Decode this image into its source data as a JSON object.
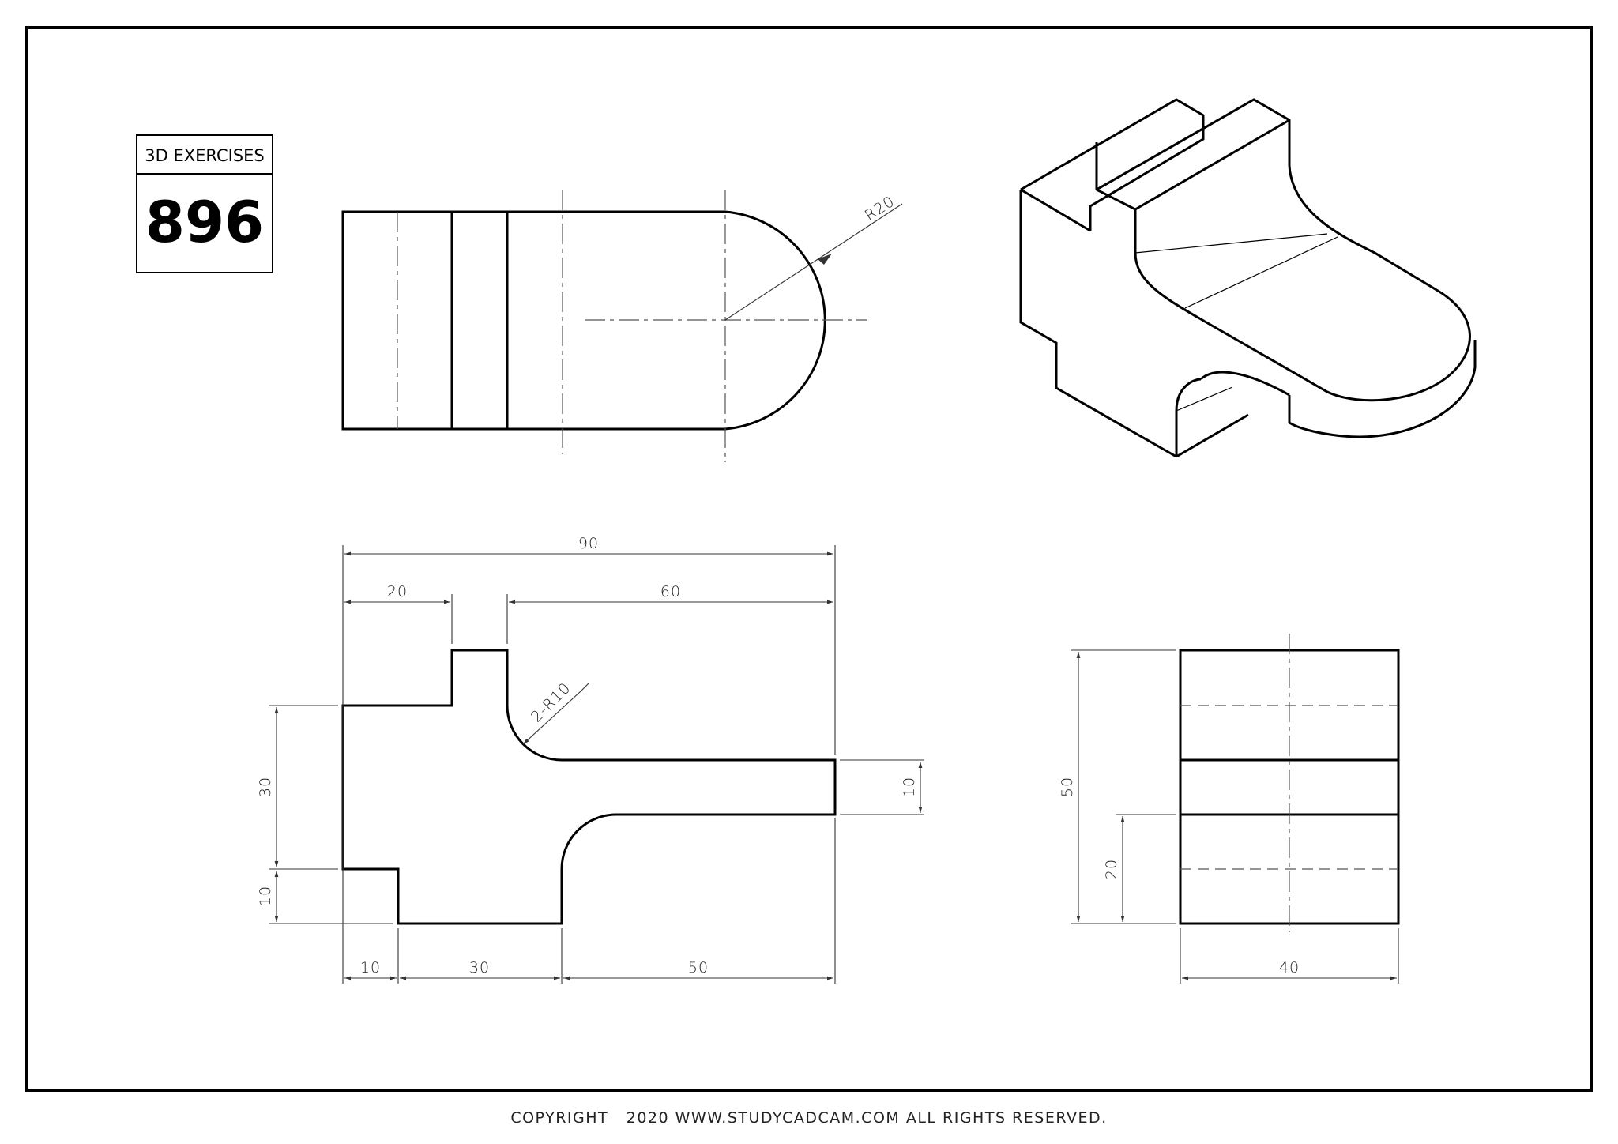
{
  "title_block": {
    "label": "3D EXERCISES",
    "number": "896"
  },
  "dimensions": {
    "top_view": {
      "radius": "R20"
    },
    "front_view": {
      "overall_width": "90",
      "top_left_width": "20",
      "top_right_width": "60",
      "fillet": "2-R10",
      "left_height": "30",
      "left_step": "10",
      "arm_thickness": "10",
      "bottom_left": "10",
      "bottom_middle": "30",
      "bottom_right": "50"
    },
    "side_view": {
      "height": "50",
      "lower_height": "20",
      "width": "40"
    }
  },
  "footer": {
    "copyright": "COPYRIGHT   2020 WWW.STUDYCADCAM.COM ALL RIGHTS RESERVED."
  }
}
